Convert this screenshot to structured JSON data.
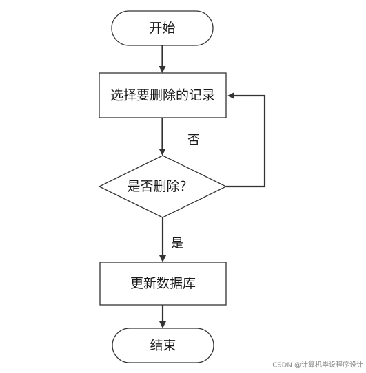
{
  "nodes": {
    "start": {
      "label": "开始",
      "shape": "terminator"
    },
    "select": {
      "label": "选择要删除的记录",
      "shape": "process"
    },
    "decision": {
      "label": "是否删除？",
      "shape": "decision"
    },
    "update": {
      "label": "更新数据库",
      "shape": "process"
    },
    "end": {
      "label": "结束",
      "shape": "terminator"
    }
  },
  "edges": {
    "no_label": "否",
    "yes_label": "是"
  },
  "watermark": "CSDN @计算机毕设程序设计",
  "colors": {
    "stroke": "#333333",
    "background": "#ffffff",
    "text": "#1a1a1a"
  }
}
